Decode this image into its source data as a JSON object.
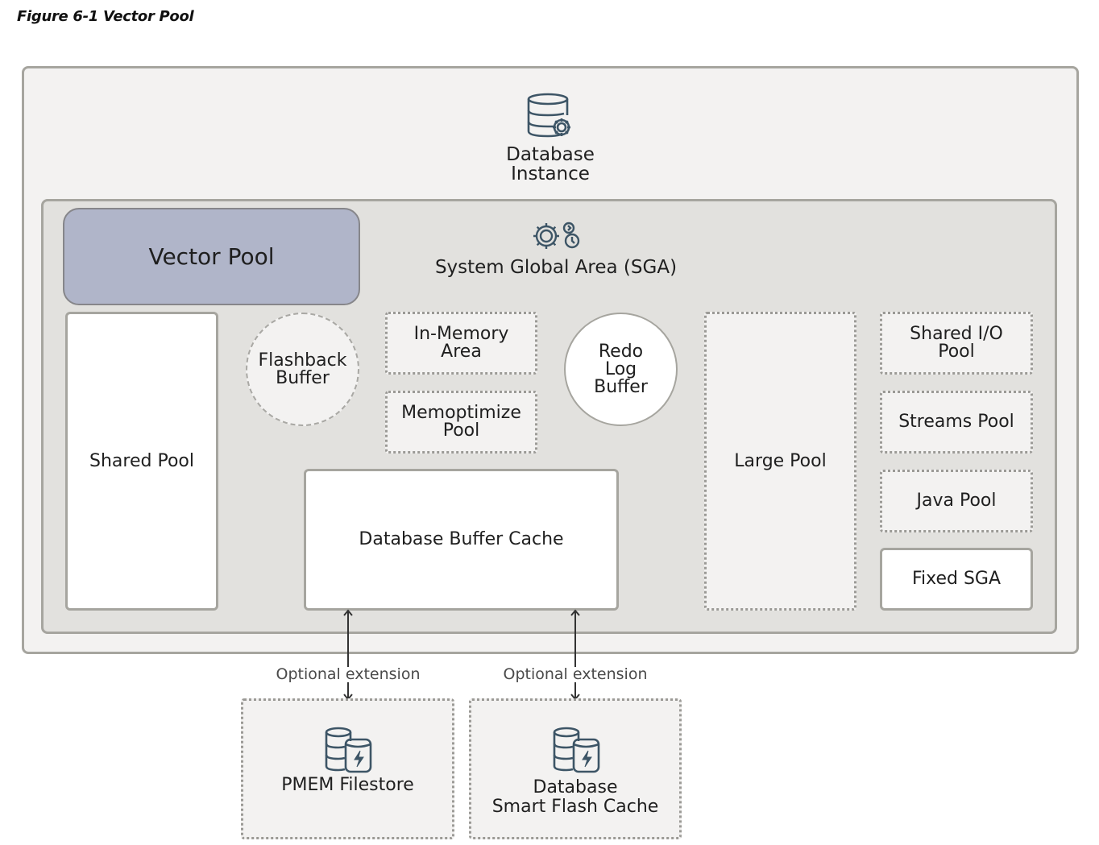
{
  "figure": {
    "caption": "Figure 6-1 Vector Pool"
  },
  "database_instance": {
    "label_line1": "Database",
    "label_line2": "Instance",
    "icon": "database-gear-icon"
  },
  "sga": {
    "label": "System Global Area (SGA)",
    "icon": "gears-clock-icon"
  },
  "components": {
    "vector_pool": "Vector Pool",
    "shared_pool": "Shared Pool",
    "flashback_buffer": [
      "Flashback",
      "Buffer"
    ],
    "in_memory_area": [
      "In-Memory",
      "Area"
    ],
    "memoptimize_pool": [
      "Memoptimize",
      "Pool"
    ],
    "redo_log_buffer": [
      "Redo",
      "Log",
      "Buffer"
    ],
    "database_buffer_cache": "Database Buffer Cache",
    "large_pool": "Large Pool",
    "shared_io_pool": [
      "Shared I/O",
      "Pool"
    ],
    "streams_pool": "Streams Pool",
    "java_pool": "Java Pool",
    "fixed_sga": "Fixed SGA"
  },
  "extensions": [
    {
      "connector_label": "Optional extension",
      "label_lines": [
        "PMEM Filestore"
      ],
      "icon": "storage-flash-icon"
    },
    {
      "connector_label": "Optional extension",
      "label_lines": [
        "Database",
        "Smart Flash Cache"
      ],
      "icon": "storage-flash-icon"
    }
  ],
  "colors": {
    "vector_pool_fill": "#b0b5c9",
    "sga_fill": "#e2e1de",
    "instance_fill": "#f3f2f1",
    "border": "#a6a59f",
    "icon_stroke": "#3d5566"
  }
}
